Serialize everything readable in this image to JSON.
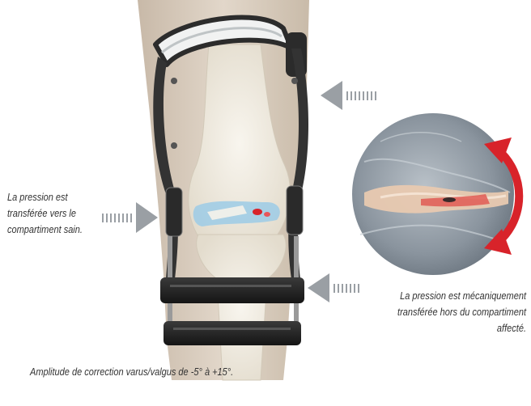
{
  "captions": {
    "left": [
      "La pression est",
      "transférée vers le",
      "compartiment sain."
    ],
    "right": [
      "La pression est mécaniquement",
      "transférée hors du compartiment",
      "affecté."
    ],
    "bottom": "Amplitude de correction varus/valgus de -5° à +15°."
  },
  "colors": {
    "leg": "#d7cbbd",
    "bone": "#f1ede4",
    "brace_frame": "#2c2c2c",
    "brace_shell": "#eef0f0",
    "cartilage": "#9ccbe6",
    "pressure_arrow": "#d8232a",
    "pointer_arrow": "#9a9fa4"
  },
  "icons": [
    "pressure-arrow-left-icon",
    "pressure-arrow-right-icon",
    "pressure-arrow-top-icon",
    "rotation-arrow-icon"
  ]
}
